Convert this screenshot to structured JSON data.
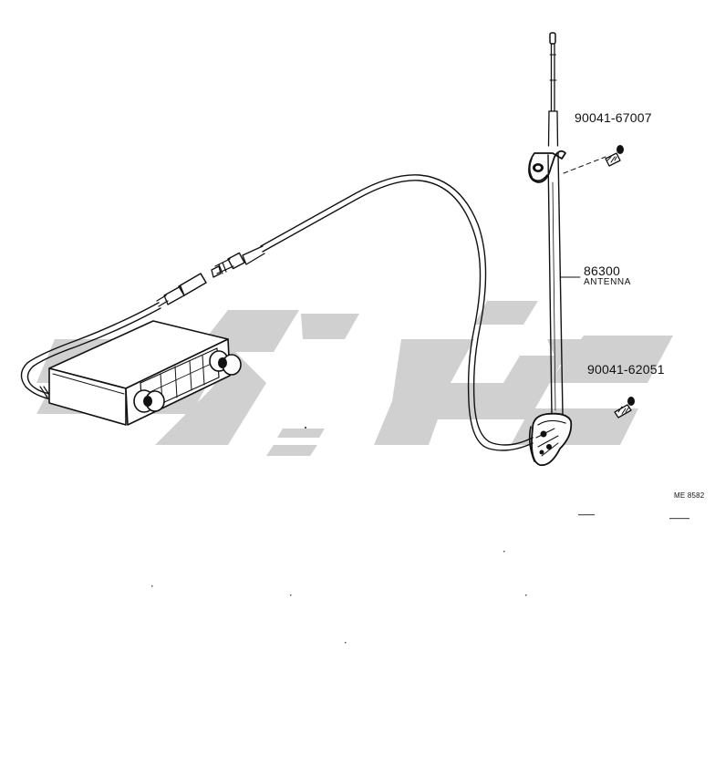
{
  "diagram": {
    "part_numbers": {
      "screw_upper": "90041-67007",
      "antenna": "86300",
      "screw_lower": "90041-62051"
    },
    "part_descriptions": {
      "antenna": "ANTENNA"
    },
    "figure_reference": "ME 8582",
    "colors": {
      "line": "#111111",
      "watermark": "#c8c8c8"
    },
    "icons": {
      "antenna": "telescopic-antenna-icon",
      "radio": "radio-unit-icon",
      "screw": "screw-icon",
      "cable": "coax-cable-icon",
      "watermark": "watermark-logo-icon"
    }
  }
}
